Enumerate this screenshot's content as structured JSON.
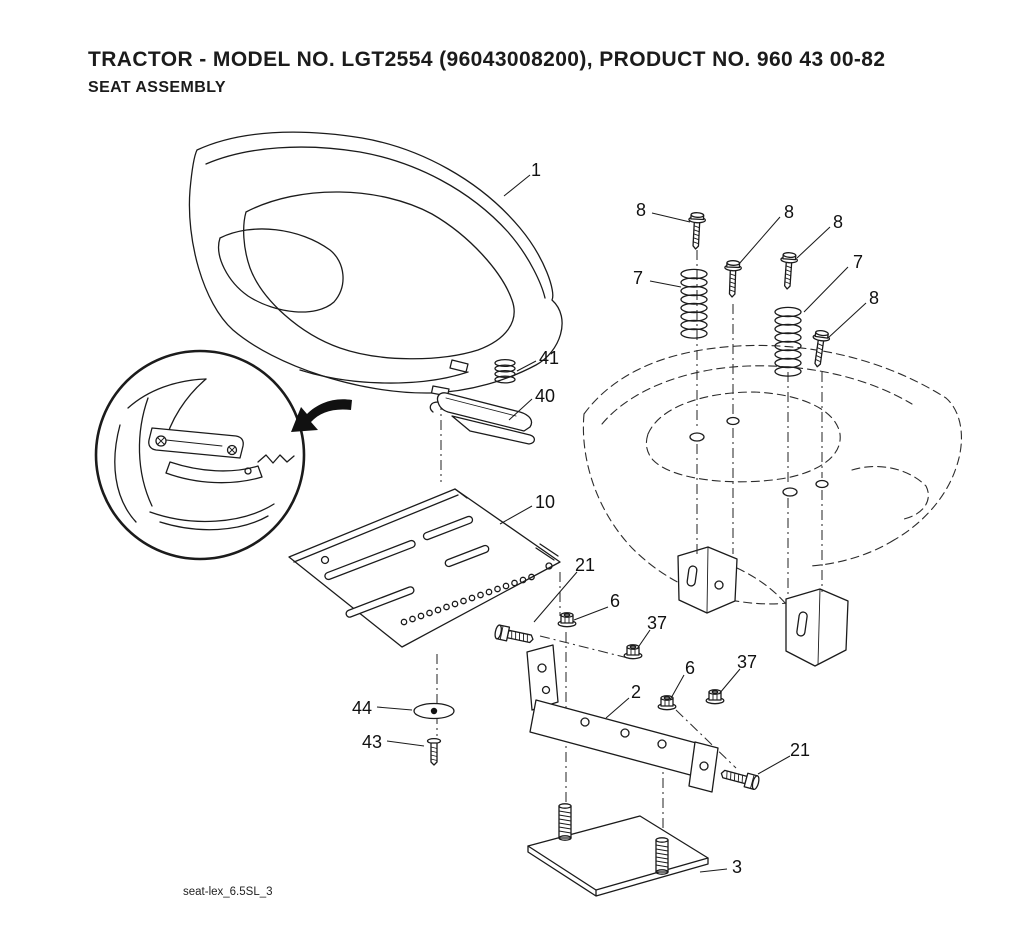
{
  "page": {
    "title": "TRACTOR - MODEL NO. LGT2554 (96043008200), PRODUCT NO. 960 43 00-82",
    "subtitle": "SEAT ASSEMBLY",
    "footer_code": "seat-lex_6.5SL_3"
  },
  "diagram": {
    "type": "exploded-parts-diagram",
    "subject": "Tractor seat assembly exploded view with numbered callouts",
    "callout_labels": [
      "1",
      "8",
      "8",
      "8",
      "7",
      "7",
      "8",
      "41",
      "40",
      "10",
      "21",
      "6",
      "37",
      "6",
      "37",
      "2",
      "44",
      "43",
      "21",
      "3"
    ]
  }
}
